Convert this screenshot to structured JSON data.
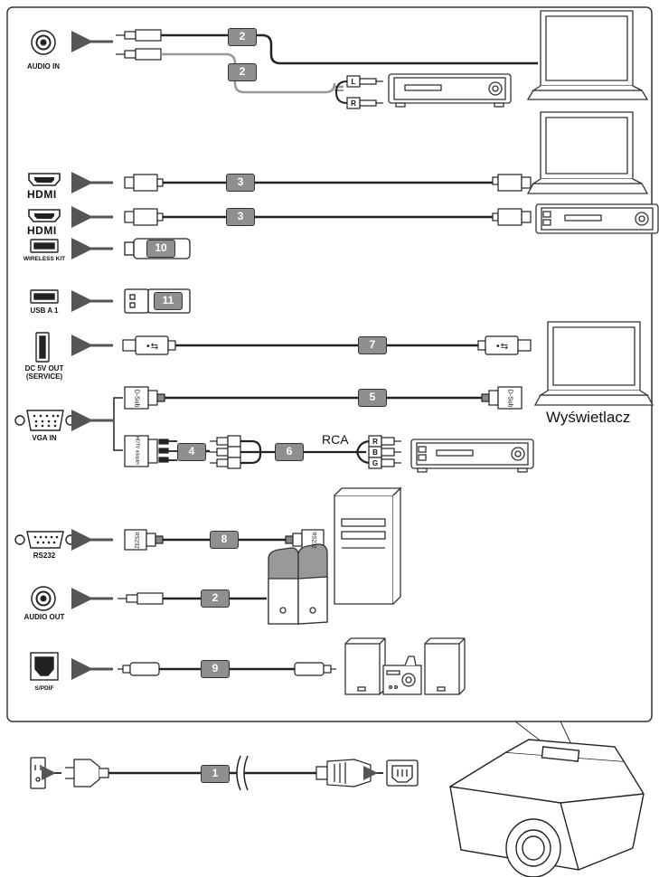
{
  "ports": {
    "audio_in": "AUDIO IN",
    "hdmi_logo": "HDMI",
    "wireless_kit": "WIRELESS KIT",
    "usb_a1": "USB A 1",
    "dc5v_line1": "DC 5V OUT",
    "dc5v_line2": "(SERVICE)",
    "vga_in": "VGA IN",
    "rs232": "RS232",
    "audio_out": "AUDIO OUT",
    "spdif": "S/PDIF"
  },
  "cables": {
    "audio_pc": "2",
    "audio_rca": "2",
    "hdmi_laptop": "3",
    "hdmi_player": "3",
    "wireless": "10",
    "usb_dongle": "11",
    "usb": "7",
    "dsub": "5",
    "dsub_hdtv_adapter": "4",
    "rca_component": "6",
    "rs232": "8",
    "audio_out": "2",
    "spdif": "9",
    "power": "1"
  },
  "labels": {
    "rca": "RCA",
    "display": "Wyświetlacz",
    "dsub_left": "D-Sub",
    "dsub_right": "D-Sub",
    "hdtv_adapter": "HDTV adapter",
    "rs232_left": "RS232",
    "rs232_right": "RS232",
    "audio_l": "L",
    "audio_r": "R",
    "rca_r": "R",
    "rca_b": "B",
    "rca_g": "G"
  }
}
